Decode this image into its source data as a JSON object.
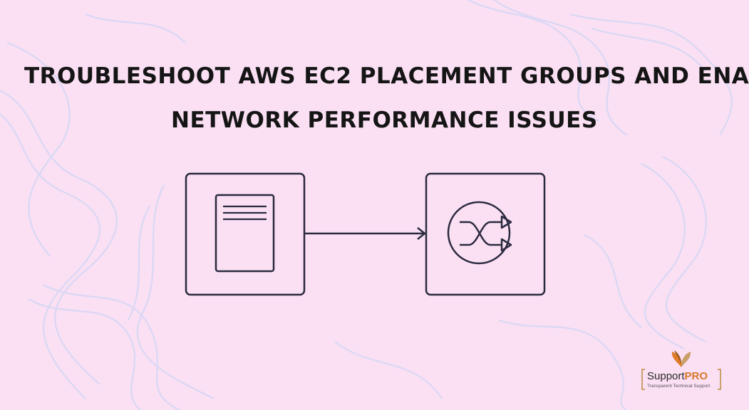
{
  "title": {
    "line1": "TROUBLESHOOT AWS EC2 PLACEMENT GROUPS AND ENA",
    "line2": "NETWORK PERFORMANCE ISSUES"
  },
  "diagram": {
    "left_icon": "document-icon",
    "connector": "arrow-right-icon",
    "right_icon": "shuffle-icon"
  },
  "logo": {
    "name_part1": "Support",
    "name_part2": "PRO",
    "tagline": "Transparent Technical Support"
  },
  "colors": {
    "background": "#fbe0f4",
    "pattern": "#d9d8f4",
    "ink": "#2b2a3f",
    "title": "#151515",
    "logo_accent": "#d8782a"
  }
}
